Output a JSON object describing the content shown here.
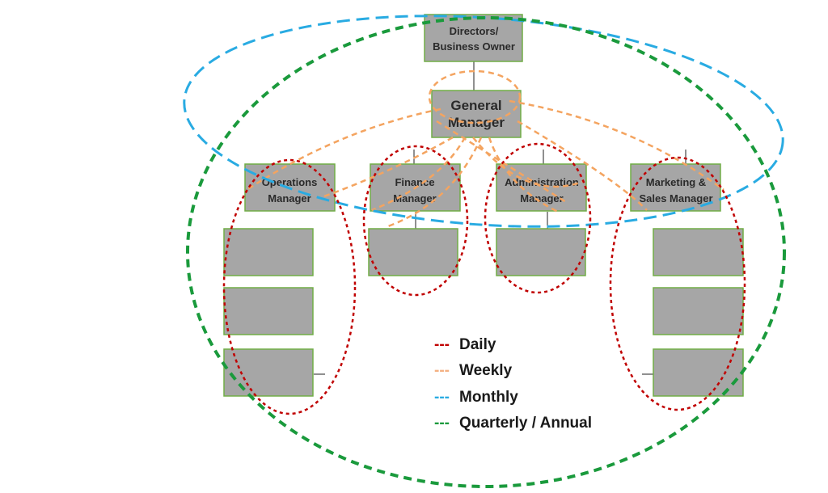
{
  "nodes": {
    "directors": [
      "Directors/",
      "Business Owner"
    ],
    "general_manager": [
      "General",
      "Manager"
    ],
    "operations": [
      "Operations",
      "Manager"
    ],
    "finance": [
      "Finance",
      "Manager"
    ],
    "administration": [
      "Administration",
      "Manager"
    ],
    "marketing": [
      "Marketing &",
      "Sales Manager"
    ]
  },
  "legend": [
    {
      "dash": "---",
      "label": "Daily",
      "color": "#c00000"
    },
    {
      "dash": "---",
      "label": "Weekly",
      "color": "#f4b183"
    },
    {
      "dash": "---",
      "label": "Monthly",
      "color": "#29abe2"
    },
    {
      "dash": "---",
      "label": "Quarterly / Annual",
      "color": "#1a9a3c"
    }
  ],
  "colors": {
    "box_fill": "#a6a6a6",
    "box_border": "#70ad47",
    "daily": "#c00000",
    "weekly": "#f4a460",
    "monthly": "#29abe2",
    "quarterly": "#1a9a3c"
  }
}
